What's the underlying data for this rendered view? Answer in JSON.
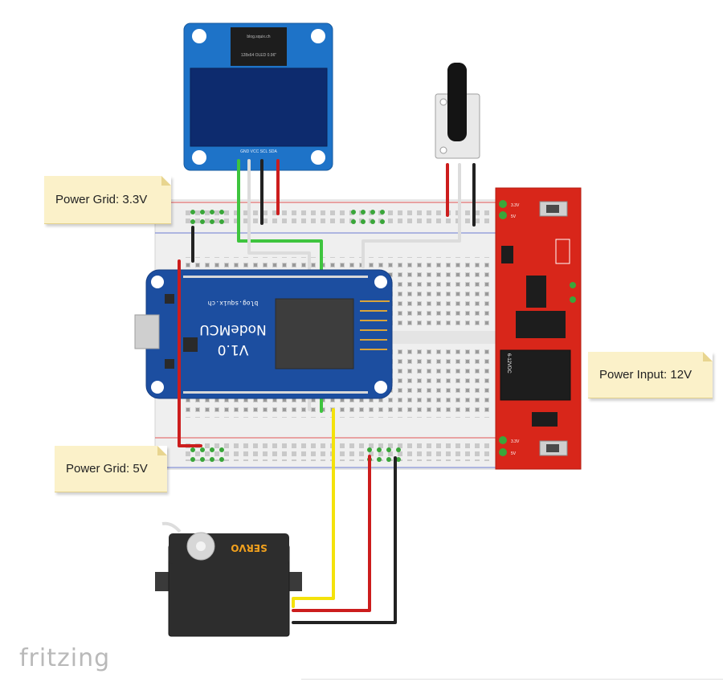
{
  "notes": {
    "power_grid_33": "Power Grid: 3.3V",
    "power_input_12": "Power Input: 12V",
    "power_grid_5": "Power Grid: 5V"
  },
  "oled": {
    "top_text": "blog.squix.ch",
    "chip_text": "128x64 OLED 0.96\"",
    "pins": "GND VCC SCL SDA"
  },
  "nodemcu": {
    "name": "NodeMCU",
    "version": "V1.0",
    "url": "blog.squix.ch"
  },
  "servo": {
    "label": "SERVO"
  },
  "power_module": {
    "rail_top_1": "3.3V",
    "rail_top_2": "5V",
    "rail_bot_1": "3.3V",
    "rail_bot_2": "5V",
    "input_label": "6-12VDC"
  },
  "watermark": "fritzing",
  "colors": {
    "breadboard": "#eeeeee",
    "oled_board": "#1e73c8",
    "oled_screen": "#0d2b6e",
    "nodemcu": "#1c4ea0",
    "power_module": "#d8261a",
    "wire_green": "#3ec43e",
    "wire_white": "#dcdcdc",
    "wire_black": "#222222",
    "wire_red": "#cc1d1d",
    "wire_yellow": "#f4e20a"
  }
}
